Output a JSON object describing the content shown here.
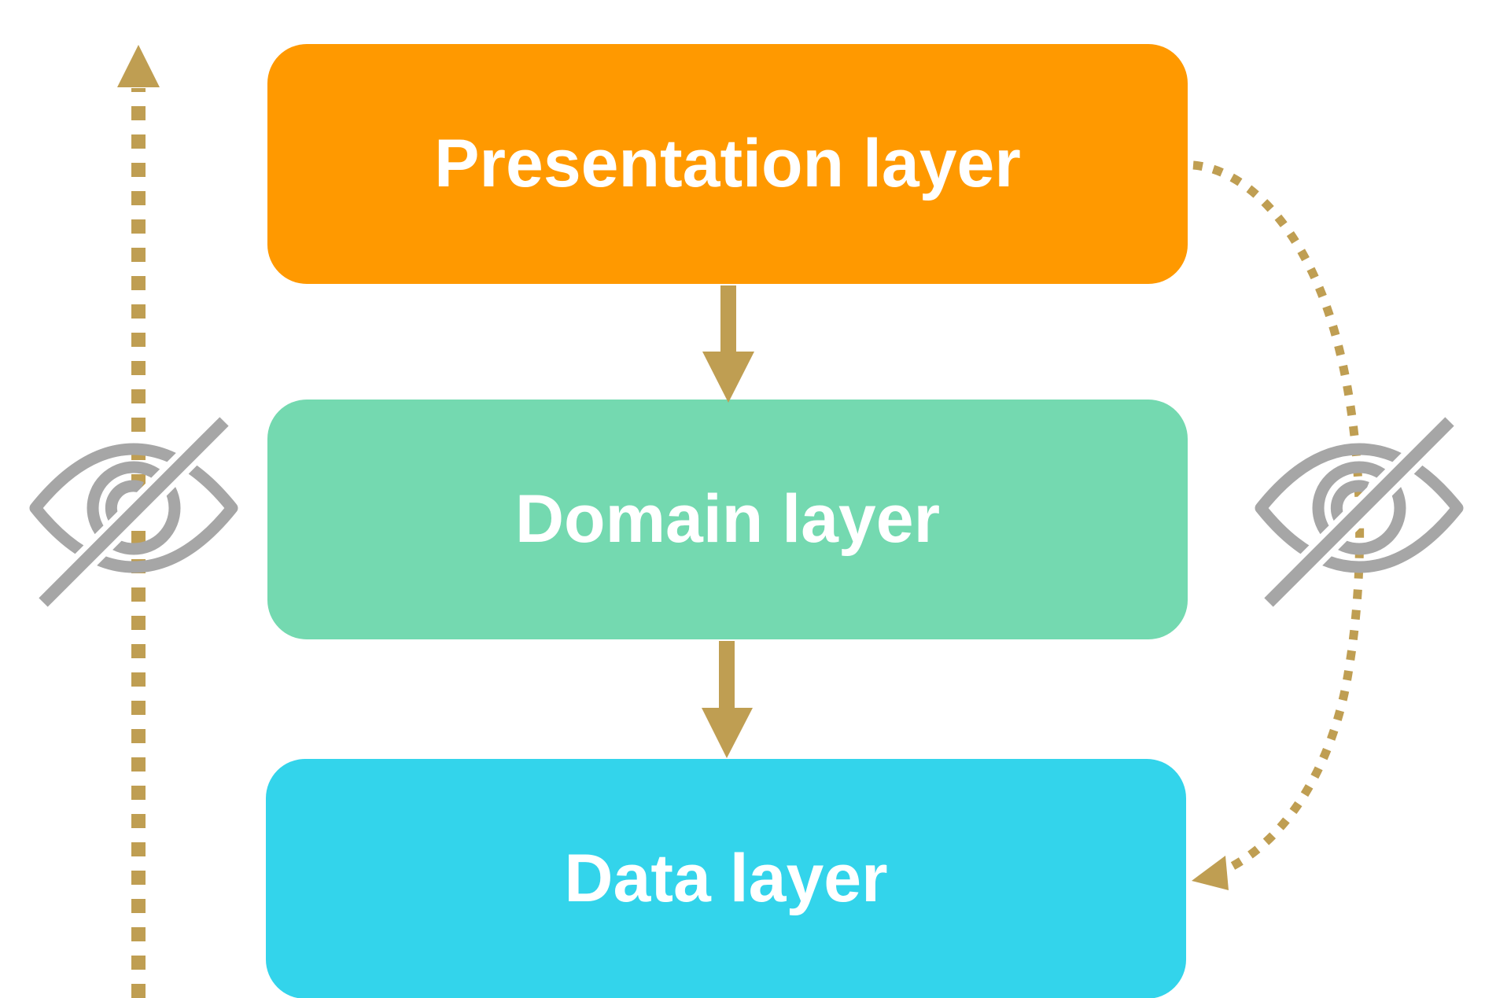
{
  "layers": {
    "presentation": {
      "label": "Presentation layer",
      "color": "#FF9900"
    },
    "domain": {
      "label": "Domain layer",
      "color": "#74D9B0"
    },
    "data": {
      "label": "Data layer",
      "color": "#33D4EB"
    }
  },
  "colors": {
    "arrow": "#BF9E52",
    "icon": "#A6A6A6",
    "background": "#FFFFFF"
  },
  "icons": {
    "left": "eye-slash-icon",
    "right": "eye-slash-icon"
  }
}
